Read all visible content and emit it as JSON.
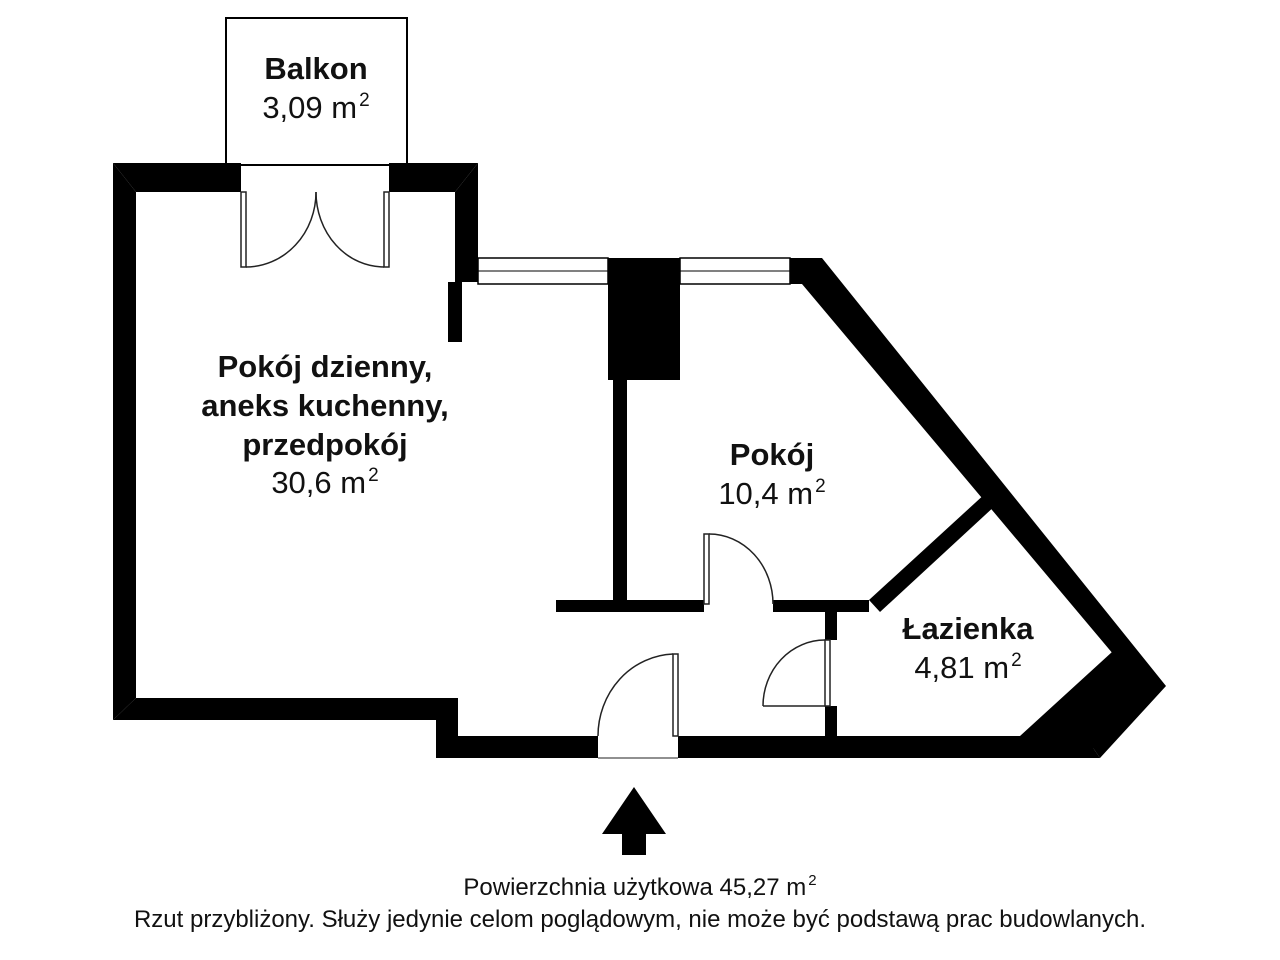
{
  "rooms": {
    "balkon": {
      "name": "Balkon",
      "area": "3,09 m",
      "unit_exp": "2"
    },
    "dzienny": {
      "name_line1": "Pokój dzienny,",
      "name_line2": "aneks kuchenny,",
      "name_line3": "przedpokój",
      "area": "30,6 m",
      "unit_exp": "2"
    },
    "pokoj": {
      "name": "Pokój",
      "area": "10,4 m",
      "unit_exp": "2"
    },
    "lazienka": {
      "name": "Łazienka",
      "area": "4,81 m",
      "unit_exp": "2"
    }
  },
  "footer": {
    "total": "Powierzchnia użytkowa 45,27 m",
    "total_exp": "2",
    "disclaimer": "Rzut przybliżony. Służy jedynie celom poglądowym, nie może być podstawą prac budowlanych."
  },
  "colors": {
    "wall": "#000000",
    "background": "#ffffff",
    "door_line": "#222222"
  },
  "icons": {
    "entrance": "entrance-arrow-icon"
  }
}
